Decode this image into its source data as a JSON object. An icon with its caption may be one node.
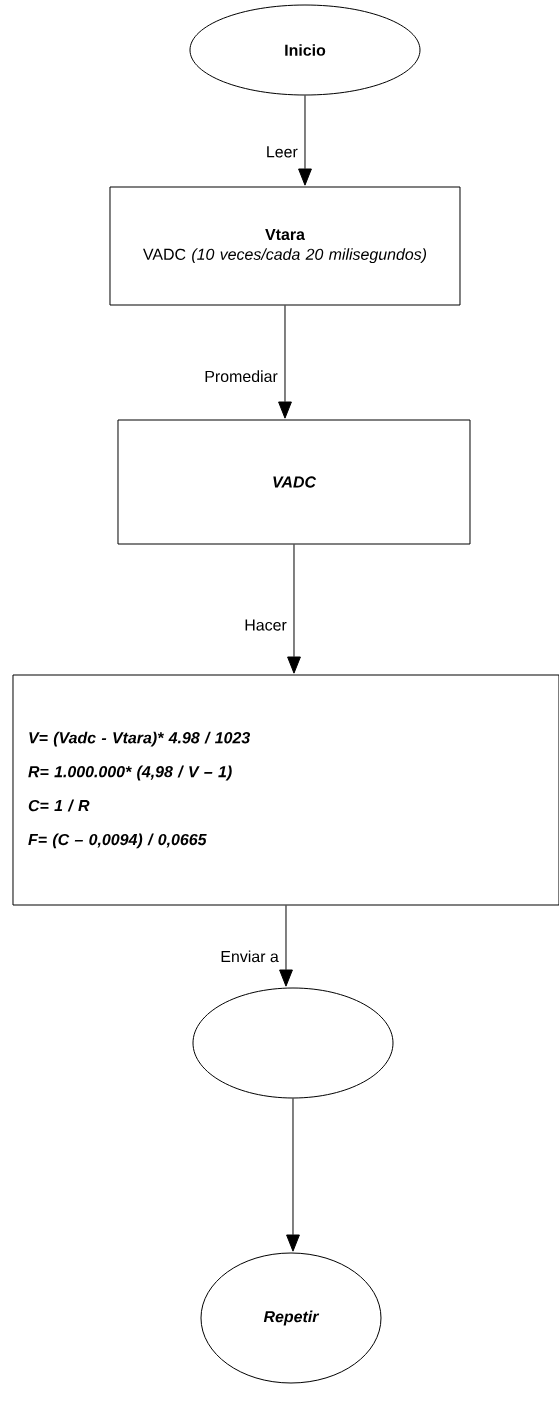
{
  "diagram": {
    "nodes": [
      {
        "text": [
          "Inicio"
        ]
      },
      {
        "text": [
          "Vtara",
          "VADC *(10 veces/cada 20 milisegundos)*"
        ]
      },
      {
        "text": [
          "VADC"
        ]
      },
      {
        "text": [
          "V= (Vadc - Vtara)* 4.98 / 1023",
          "R= 1.000.000* (4,98 / V – 1)",
          "C= 1 / R",
          "F= (C – 0,0094) / 0,0665"
        ]
      },
      {
        "text": [],
        "shape": "ellipse"
      },
      {
        "text": [
          "Repetir"
        ]
      }
    ],
    "edges": [
      {
        "from": 0,
        "to": 1,
        "arrow": "to",
        "label": "Leer"
      },
      {
        "from": 1,
        "to": 2,
        "arrow": "to",
        "label": "Promediar"
      },
      {
        "from": 2,
        "to": 3,
        "arrow": "to",
        "label": "Hacer"
      },
      {
        "from": 3,
        "to": 4,
        "arrow": "to",
        "label": "Enviar a"
      },
      {
        "from": 4,
        "to": 5,
        "arrow": "to"
      }
    ]
  }
}
